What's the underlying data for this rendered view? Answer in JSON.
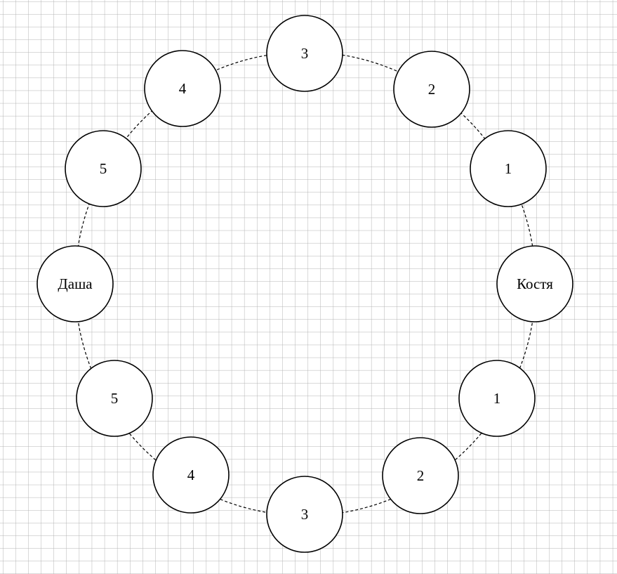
{
  "diagram": {
    "colors": {
      "grid": "#b3b3b3",
      "stroke": "#000000",
      "fill": "#ffffff",
      "text": "#000000"
    },
    "nodes": [
      {
        "id": "top",
        "label": "3"
      },
      {
        "id": "upper-right-1",
        "label": "2"
      },
      {
        "id": "upper-right-2",
        "label": "1"
      },
      {
        "id": "right",
        "label": "Костя"
      },
      {
        "id": "lower-right-1",
        "label": "1"
      },
      {
        "id": "lower-right-2",
        "label": "2"
      },
      {
        "id": "bottom",
        "label": "3"
      },
      {
        "id": "lower-left-1",
        "label": "4"
      },
      {
        "id": "lower-left-2",
        "label": "5"
      },
      {
        "id": "left",
        "label": "Даша"
      },
      {
        "id": "upper-left-1",
        "label": "5"
      },
      {
        "id": "upper-left-2",
        "label": "4"
      }
    ]
  }
}
